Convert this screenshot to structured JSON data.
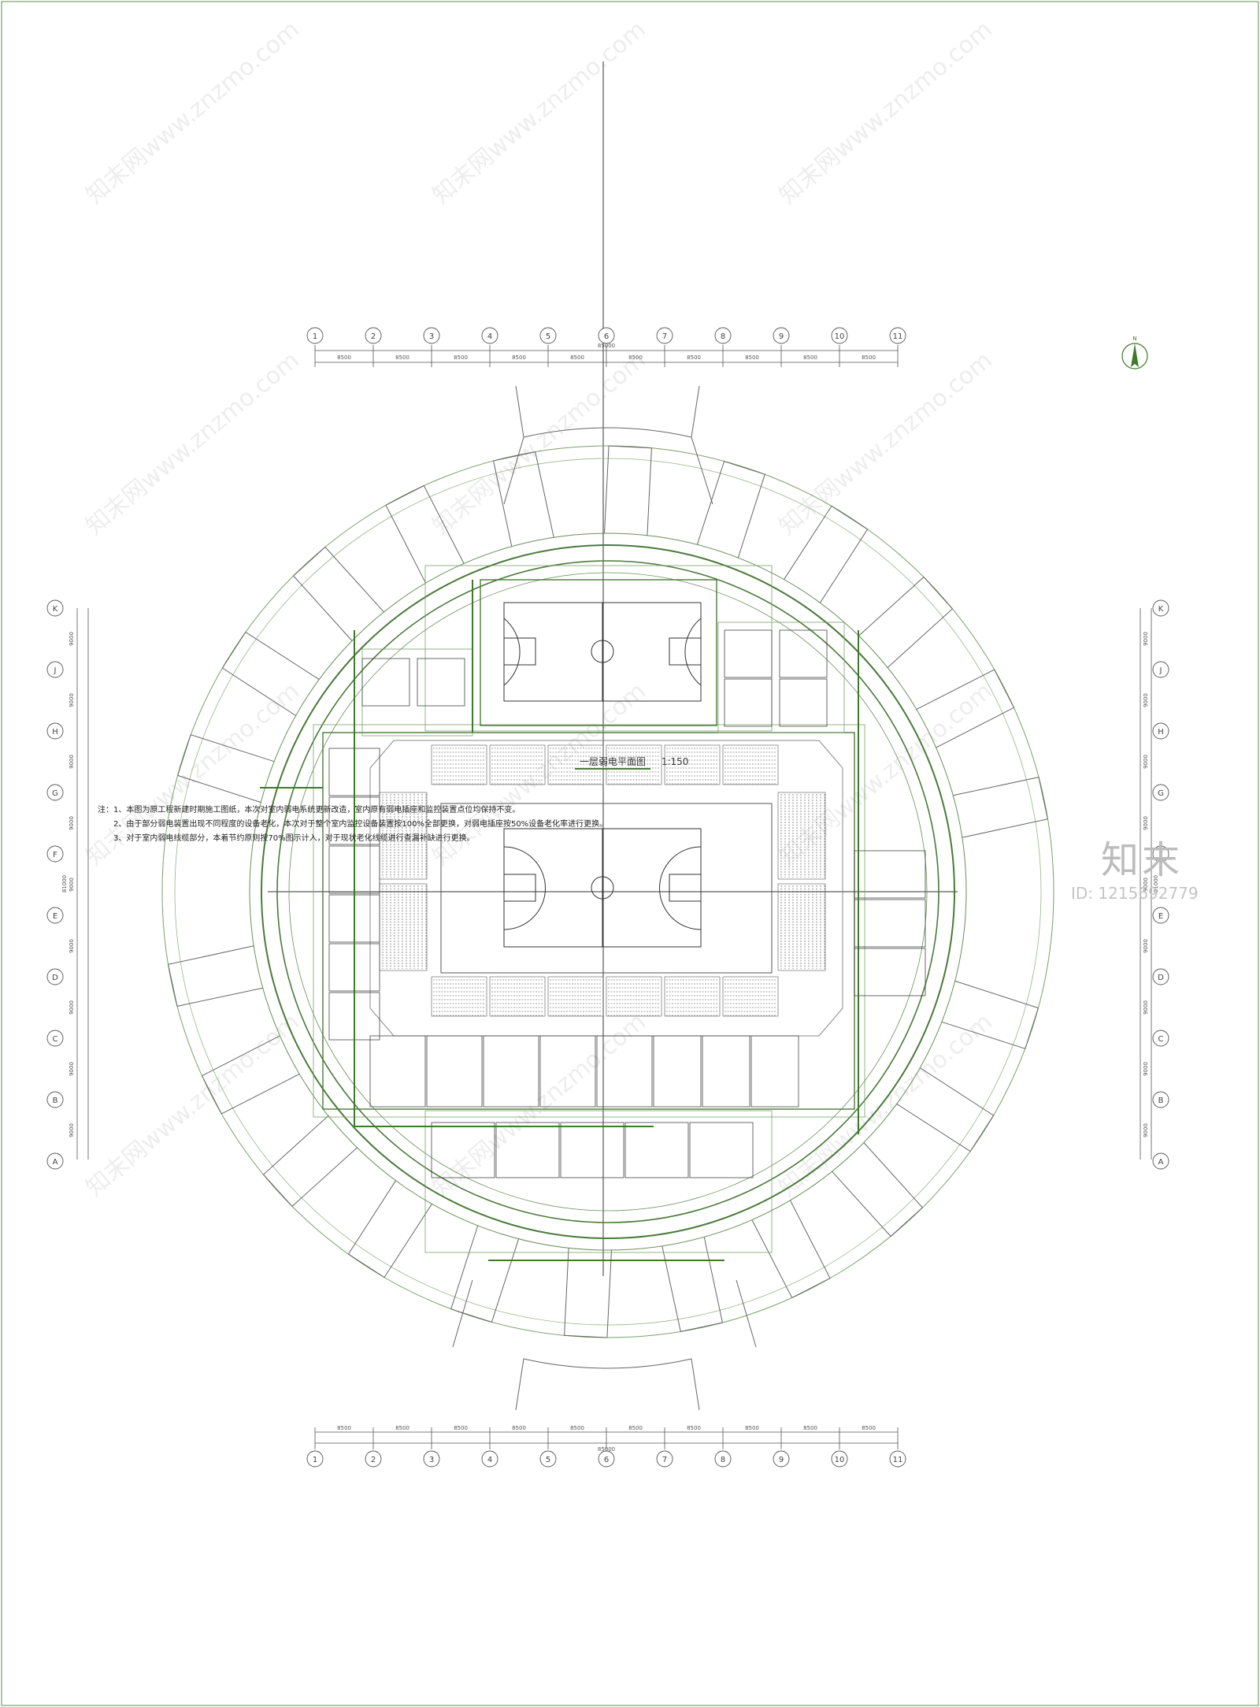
{
  "sheet": {
    "title": "一层弱电平面图",
    "scale": "1:150",
    "north_marker": "N"
  },
  "grid": {
    "columns": [
      "1",
      "2",
      "3",
      "4",
      "5",
      "6",
      "7",
      "8",
      "9",
      "10",
      "11"
    ],
    "rows": [
      "K",
      "J",
      "H",
      "G",
      "F",
      "E",
      "D",
      "C",
      "B",
      "A"
    ],
    "column_spacing": "8500",
    "column_total": "85000",
    "row_spacing": "9000",
    "row_total": "81000"
  },
  "notes": {
    "lead": "注：",
    "items": [
      "1、本图为原工程新建时期施工图纸，本次对室内弱电系统更新改造，室内原有弱电插座和监控装置点位均保持不变。",
      "2、由于部分弱电装置出现不同程度的设备老化，本次对于整个室内监控设备装置按100%全部更换，对弱电插座按50%设备老化率进行更换。",
      "3、对于室内弱电线缆部分，本着节约原则按70%图示计入，对于现状老化线缆进行查漏补缺进行更换。"
    ]
  },
  "watermark": {
    "text": "知末网www.znzmo.com",
    "brand": "知末",
    "asset_id": "ID: 1215692779"
  },
  "colors": {
    "line": "#4a7a3a",
    "line_light": "#9bb38c",
    "dim": "#555555"
  }
}
